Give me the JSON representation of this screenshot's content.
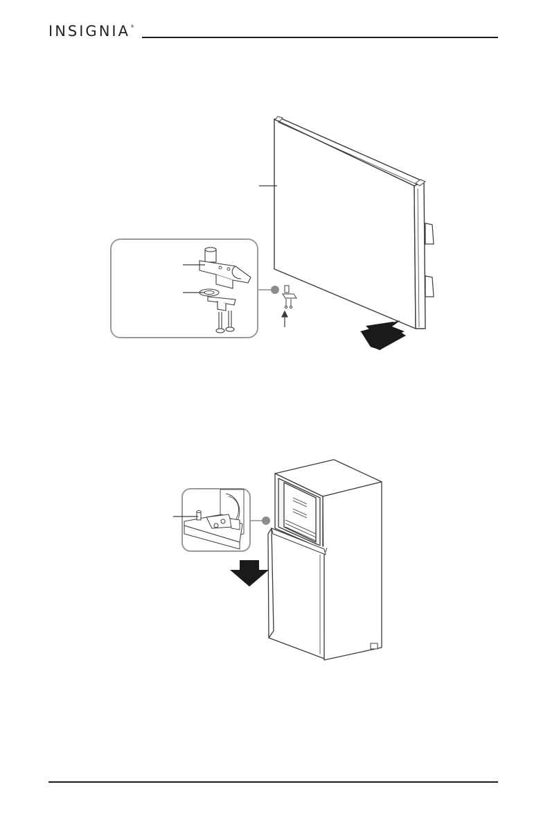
{
  "header": {
    "brand": "INSIGNIA",
    "trademark": "®"
  },
  "figures": [
    {
      "name": "door-bottom-hinge-figure",
      "callouts": [
        "door",
        "hinge-bracket",
        "hinge-shim",
        "hinge-screws"
      ],
      "arrow": "install-direction-arrow"
    },
    {
      "name": "door-top-hinge-figure",
      "callouts": [
        "top-hinge-pin"
      ],
      "arrow": "lower-door-arrow"
    }
  ],
  "colors": {
    "line": "#3a3a3a",
    "callout_dot": "#8c8c8c",
    "arrow": "#1a1a1a",
    "inset_border": "#9a9a9a"
  }
}
